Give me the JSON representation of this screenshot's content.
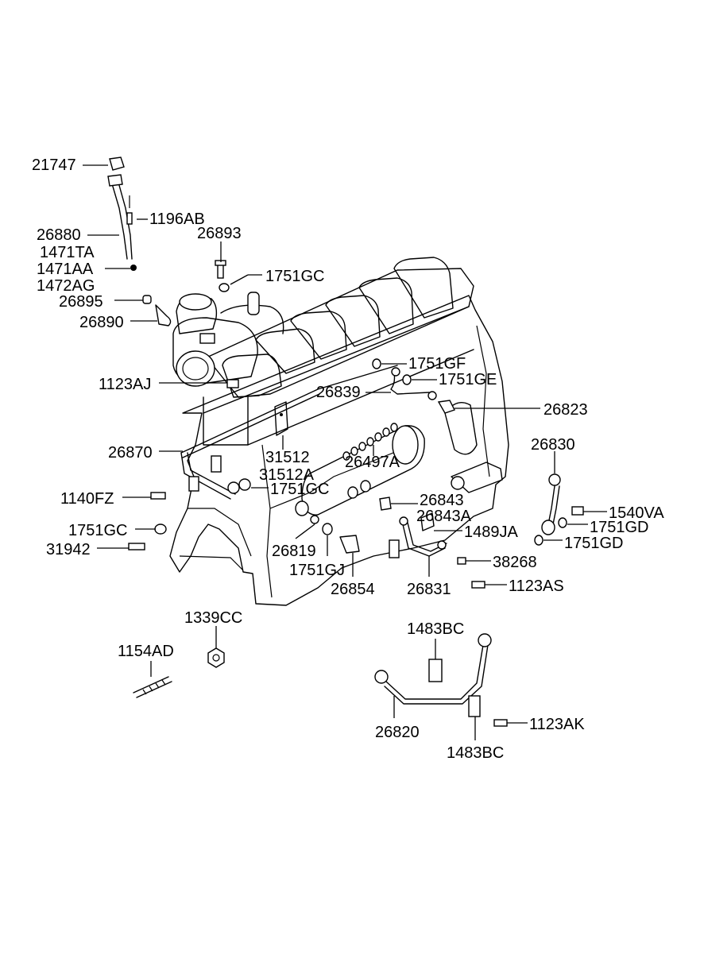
{
  "parts": [
    {
      "id": "p21747",
      "label": "21747"
    },
    {
      "id": "p1196AB",
      "label": "1196AB"
    },
    {
      "id": "p26880",
      "label": "26880"
    },
    {
      "id": "p26893",
      "label": "26893"
    },
    {
      "id": "p1471TA",
      "label": "1471TA"
    },
    {
      "id": "p1471AA",
      "label": "1471AA"
    },
    {
      "id": "p1472AG",
      "label": "1472AG"
    },
    {
      "id": "p1751GC_a",
      "label": "1751GC"
    },
    {
      "id": "p26895",
      "label": "26895"
    },
    {
      "id": "p26890",
      "label": "26890"
    },
    {
      "id": "p1751GF",
      "label": "1751GF"
    },
    {
      "id": "p1751GE",
      "label": "1751GE"
    },
    {
      "id": "p1123AJ",
      "label": "1123AJ"
    },
    {
      "id": "p26839",
      "label": "26839"
    },
    {
      "id": "p26823",
      "label": "26823"
    },
    {
      "id": "p26830",
      "label": "26830"
    },
    {
      "id": "p26870",
      "label": "26870"
    },
    {
      "id": "p31512",
      "label": "31512"
    },
    {
      "id": "p31512A",
      "label": "31512A"
    },
    {
      "id": "p26497A",
      "label": "26497A"
    },
    {
      "id": "p1751GC_b",
      "label": "1751GC"
    },
    {
      "id": "p1140FZ",
      "label": "1140FZ"
    },
    {
      "id": "p26843",
      "label": "26843"
    },
    {
      "id": "p26843A",
      "label": "26843A"
    },
    {
      "id": "p1540VA",
      "label": "1540VA"
    },
    {
      "id": "p1751GC_c",
      "label": "1751GC"
    },
    {
      "id": "p1489JA",
      "label": "1489JA"
    },
    {
      "id": "p1751GD_a",
      "label": "1751GD"
    },
    {
      "id": "p1751GD_b",
      "label": "1751GD"
    },
    {
      "id": "p31942",
      "label": "31942"
    },
    {
      "id": "p26819",
      "label": "26819"
    },
    {
      "id": "p38268",
      "label": "38268"
    },
    {
      "id": "p1751GJ",
      "label": "1751GJ"
    },
    {
      "id": "p26854",
      "label": "26854"
    },
    {
      "id": "p26831",
      "label": "26831"
    },
    {
      "id": "p1123AS",
      "label": "1123AS"
    },
    {
      "id": "p1339CC",
      "label": "1339CC"
    },
    {
      "id": "p1483BC_a",
      "label": "1483BC"
    },
    {
      "id": "p1154AD",
      "label": "1154AD"
    },
    {
      "id": "p1123AK",
      "label": "1123AK"
    },
    {
      "id": "p26820",
      "label": "26820"
    },
    {
      "id": "p1483BC_b",
      "label": "1483BC"
    }
  ]
}
